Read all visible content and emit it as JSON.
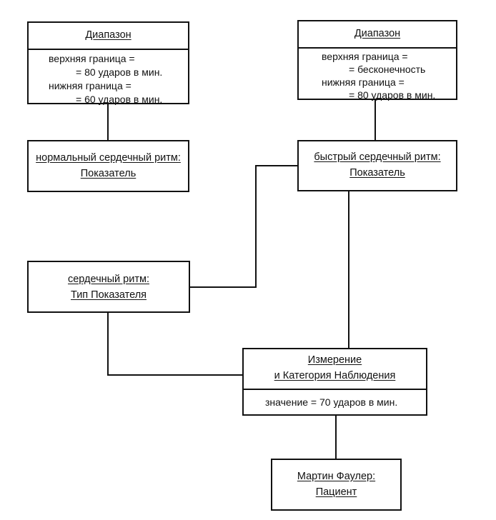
{
  "boxes": {
    "range_normal": {
      "title": "Диапазон",
      "attributes": [
        "верхняя граница =",
        "= 80 ударов в мин.",
        "нижняя граница =",
        "= 60 ударов в мин."
      ]
    },
    "range_fast": {
      "title": "Диапазон",
      "attributes": [
        "верхняя граница =",
        "= бесконечность",
        "нижняя граница =",
        "= 80 ударов в мин."
      ]
    },
    "normal_heart_rate": {
      "title_line1": "нормальный сердечный ритм:",
      "title_line2": "Показатель"
    },
    "fast_heart_rate": {
      "title_line1": "быстрый сердечный ритм:",
      "title_line2": "Показатель"
    },
    "heart_rate_type": {
      "title_line1": "сердечный ритм:",
      "title_line2": "Тип Показателя"
    },
    "measurement": {
      "title_line1": "Измерение",
      "title_line2": "и Категория Наблюдения",
      "attributes": [
        "значение = 70 ударов в мин."
      ]
    },
    "patient": {
      "title_line1": "Мартин Фаулер:",
      "title_line2": "Пациент"
    }
  }
}
